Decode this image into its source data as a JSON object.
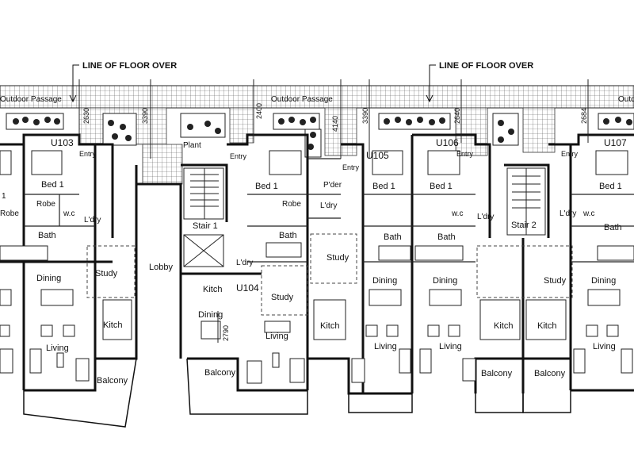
{
  "notes": {
    "line_of_floor_over": "LINE OF FLOOR OVER",
    "outdoor_passage": "Outdoor Passage"
  },
  "units": {
    "u103": "U103",
    "u104": "U104",
    "u105": "U105",
    "u106": "U106",
    "u107": "U107"
  },
  "rooms": {
    "entry": "Entry",
    "bed1": "Bed 1",
    "robe": "Robe",
    "wc": "w.c",
    "ldry": "L'dry",
    "bath": "Bath",
    "study": "Study",
    "dining": "Dining",
    "kitch": "Kitch",
    "living": "Living",
    "balcony": "Balcony",
    "lobby": "Lobby",
    "stair1": "Stair 1",
    "stair2": "Stair 2",
    "pder": "P'der",
    "plant": "Plant",
    "bed_partial": "1"
  },
  "dimensions": {
    "d2630": "2630",
    "d3390": "3390",
    "d2400": "2400",
    "d4140": "4140",
    "d2640": "2640",
    "d2684": "2684",
    "d2790": "2790"
  }
}
